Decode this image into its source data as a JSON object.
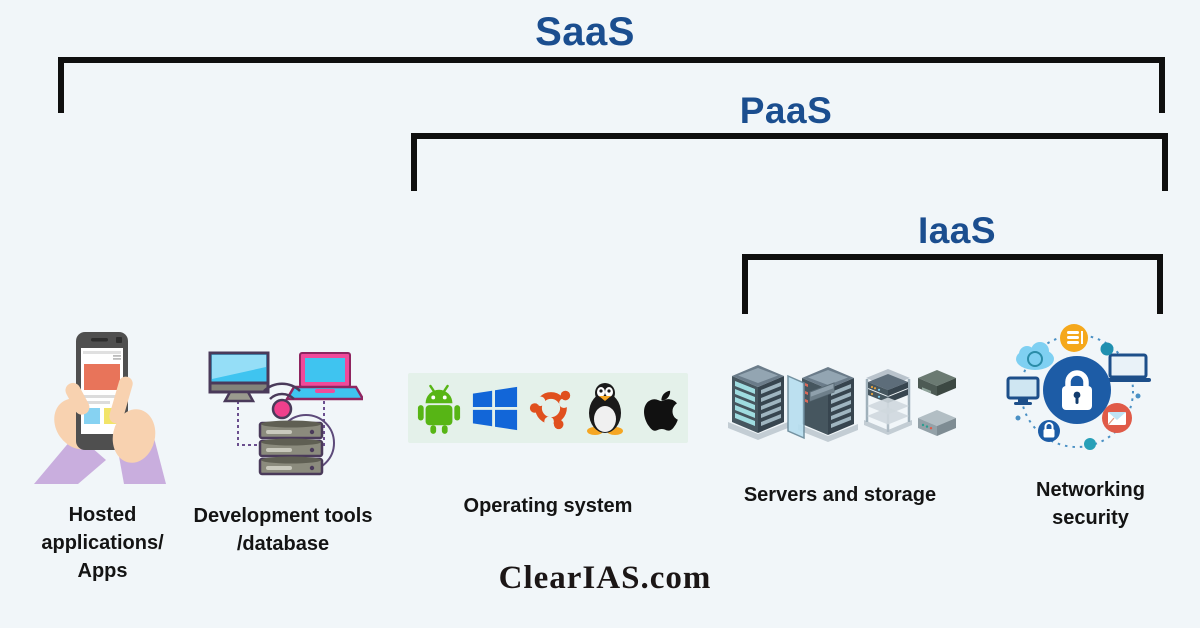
{
  "layers": {
    "saas": {
      "label": "SaaS"
    },
    "paas": {
      "label": "PaaS"
    },
    "iaas": {
      "label": "IaaS"
    }
  },
  "components": {
    "hosted_apps": {
      "line1": "Hosted",
      "line2": "applications/",
      "line3": "Apps"
    },
    "dev_tools": {
      "line1": "Development tools",
      "line2": "/database"
    },
    "operating_system": {
      "line1": "Operating system"
    },
    "servers_storage": {
      "line1": "Servers and storage"
    },
    "networking_security": {
      "line1": "Networking",
      "line2": "security"
    }
  },
  "watermark": "ClearIAS.com",
  "icons": {
    "hosted_apps": "hands-holding-smartphone-icon",
    "dev_tools": "computers-database-server-icon",
    "operating_system": [
      "android-icon",
      "windows-icon",
      "ubuntu-icon",
      "linux-tux-icon",
      "apple-icon"
    ],
    "servers_storage": "server-racks-icon",
    "networking_security": "network-security-lock-icon"
  },
  "colors": {
    "background": "#f1f6f9",
    "title_blue": "#1b4e8f",
    "bracket_black": "#0f0f0f",
    "label_text": "#141414",
    "os_band_bg": "#e4f1ea",
    "android_green": "#57b515",
    "windows_blue": "#1266d8",
    "ubuntu_orange": "#e0501e",
    "security_blue": "#1d5ca6",
    "watermark_color": "#1b1616"
  }
}
